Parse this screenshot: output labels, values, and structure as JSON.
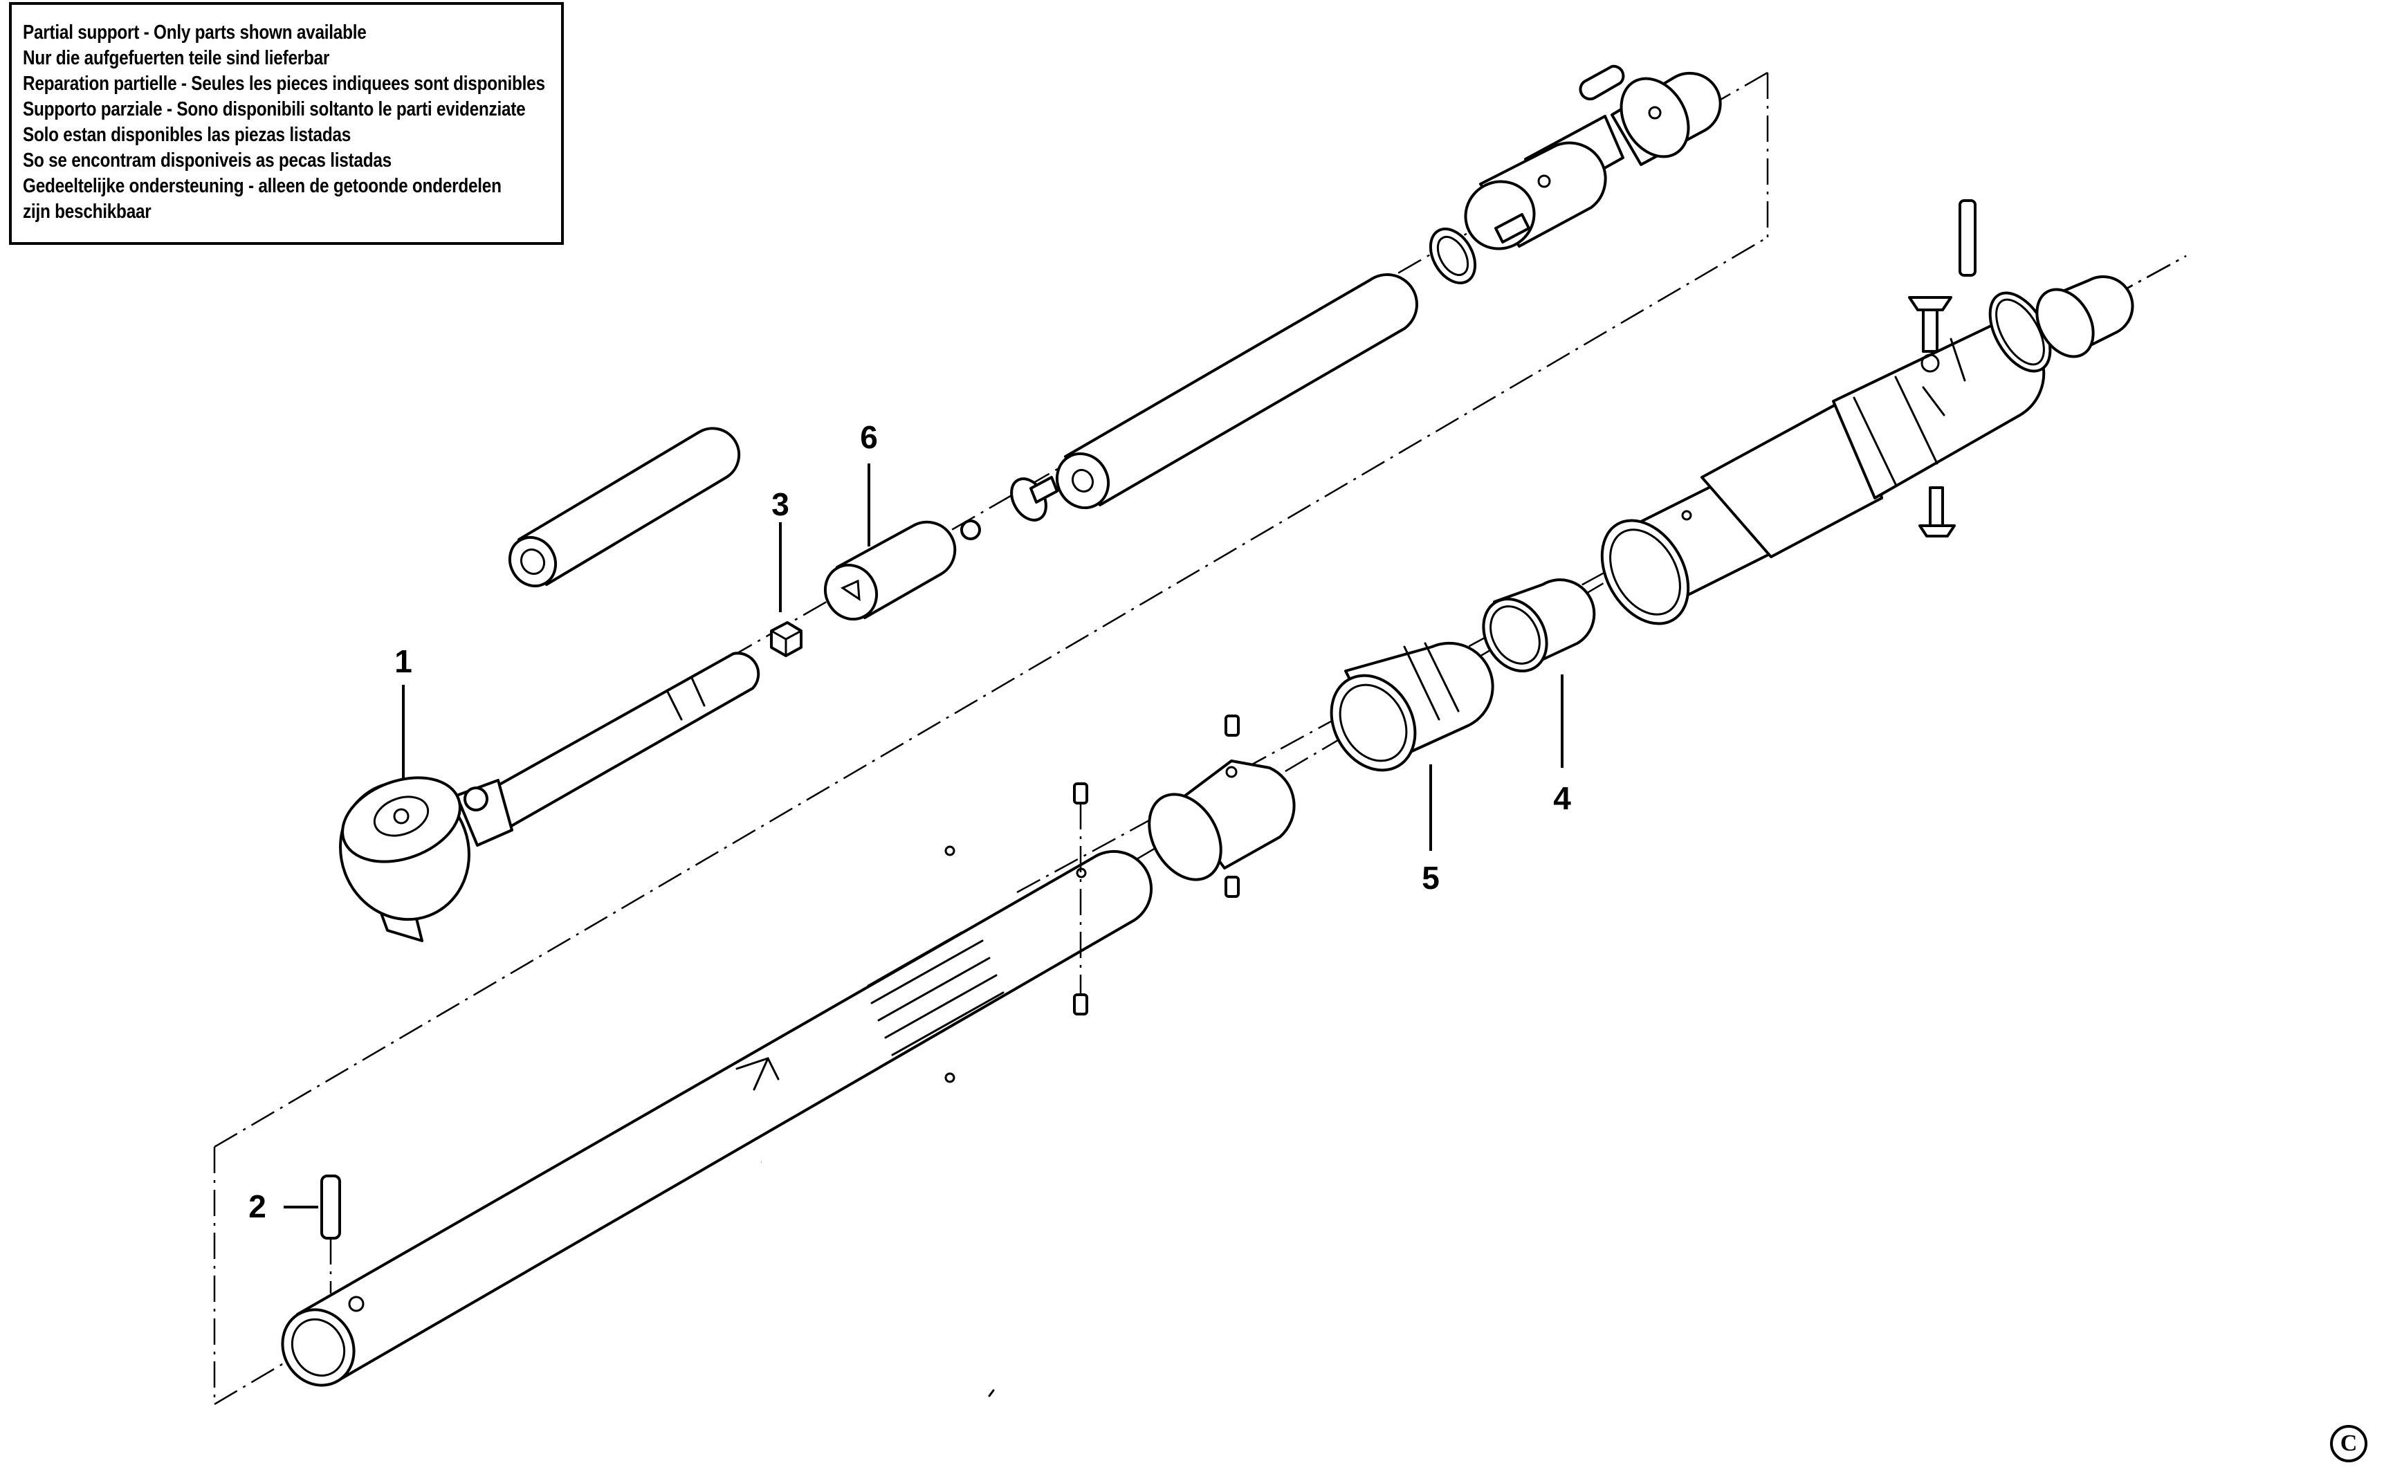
{
  "notice": {
    "lines": [
      "Partial support - Only parts shown available",
      "Nur die aufgefuerten teile sind lieferbar",
      "Reparation partielle - Seules les pieces indiquees sont disponibles",
      "Supporto parziale - Sono disponibili soltanto le parti evidenziate",
      "Solo estan disponibles las piezas listadas",
      "So se encontram disponiveis as pecas listadas",
      "Gedeeltelijke ondersteuning - alleen de getoonde onderdelen",
      "zijn beschikbaar"
    ]
  },
  "callouts": {
    "part_1": "1",
    "part_2": "2",
    "part_3": "3",
    "part_4": "4",
    "part_5": "5",
    "part_6": "6"
  },
  "copyright_mark": "C"
}
